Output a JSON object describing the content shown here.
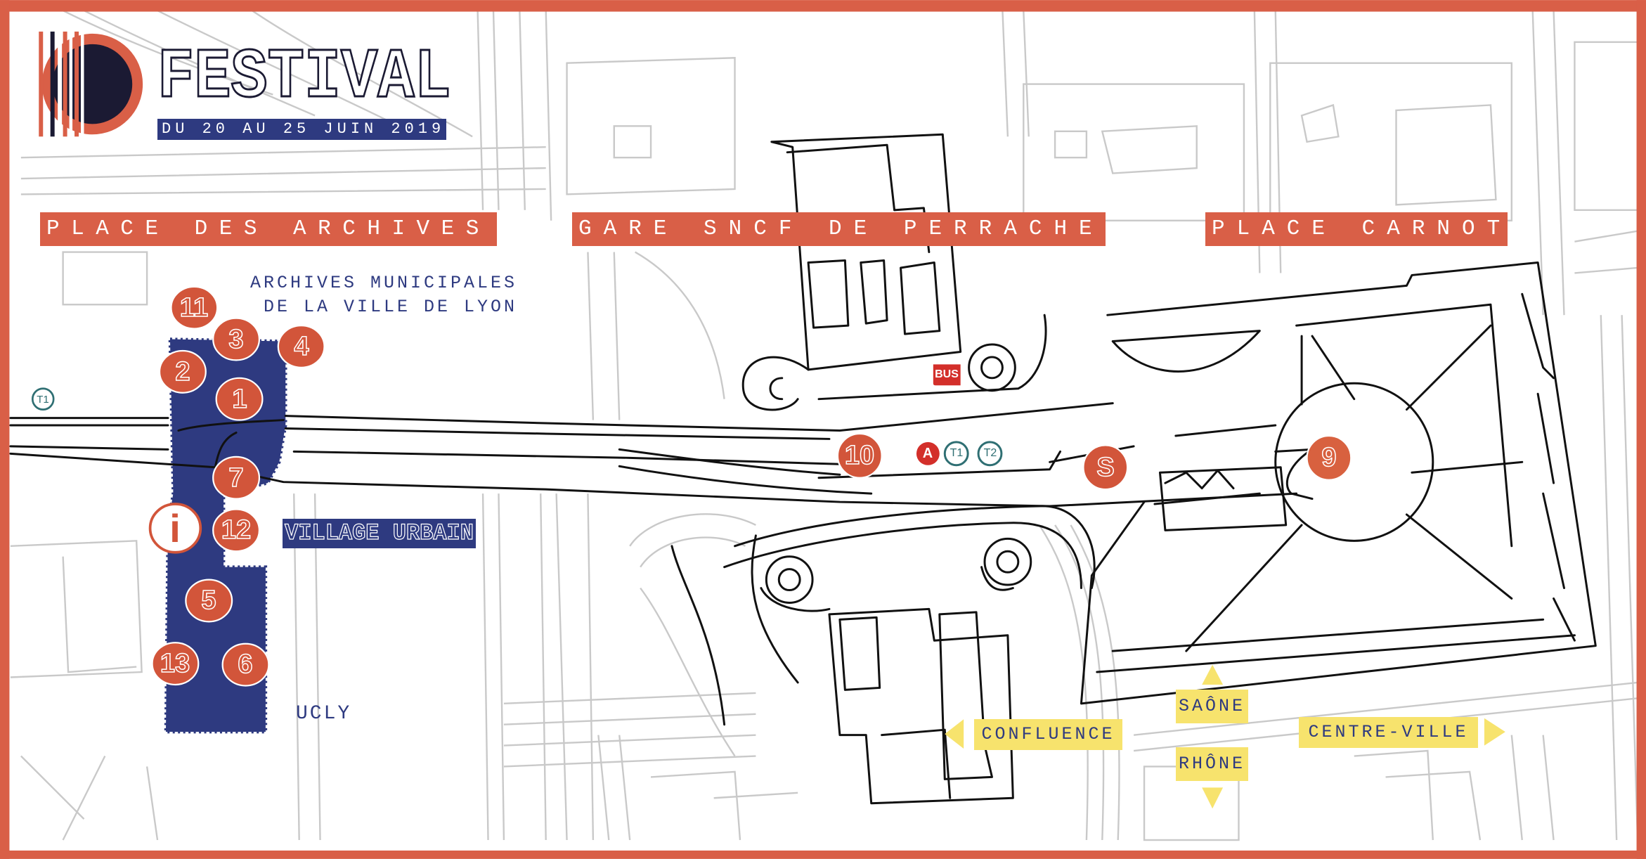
{
  "header": {
    "title": "FESTIVAL",
    "dates": "DU 20 AU 25 JUIN 2019"
  },
  "sections": [
    {
      "label": "PLACE DES ARCHIVES"
    },
    {
      "label": "GARE SNCF DE PERRACHE"
    },
    {
      "label": "PLACE CARNOT"
    }
  ],
  "places": {
    "archives_line1": "ARCHIVES MUNICIPALES",
    "archives_line2": "DE LA VILLE DE LYON",
    "village": "VILLAGE URBAIN",
    "ucly": "UCLY"
  },
  "markers": [
    "1",
    "2",
    "3",
    "4",
    "5",
    "6",
    "7",
    "9",
    "10",
    "11",
    "12",
    "13",
    "S"
  ],
  "info_marker": "i",
  "transit": {
    "bus": "BUS",
    "metro_a": "A",
    "tram_t1": "T1",
    "tram_t2": "T2",
    "tram_t1_left": "T1"
  },
  "directions": {
    "saone": "SAÔNE",
    "rhone": "RHÔNE",
    "confluence": "CONFLUENCE",
    "centre_ville": "CENTRE-VILLE"
  },
  "colors": {
    "frame": "#d95f47",
    "marker": "#d2553a",
    "navy": "#2e3a80",
    "logo_dark": "#1b1a33",
    "direction_bg": "#f7e36d",
    "transit_red": "#d32f2a",
    "tram_teal": "#2f6f73"
  }
}
